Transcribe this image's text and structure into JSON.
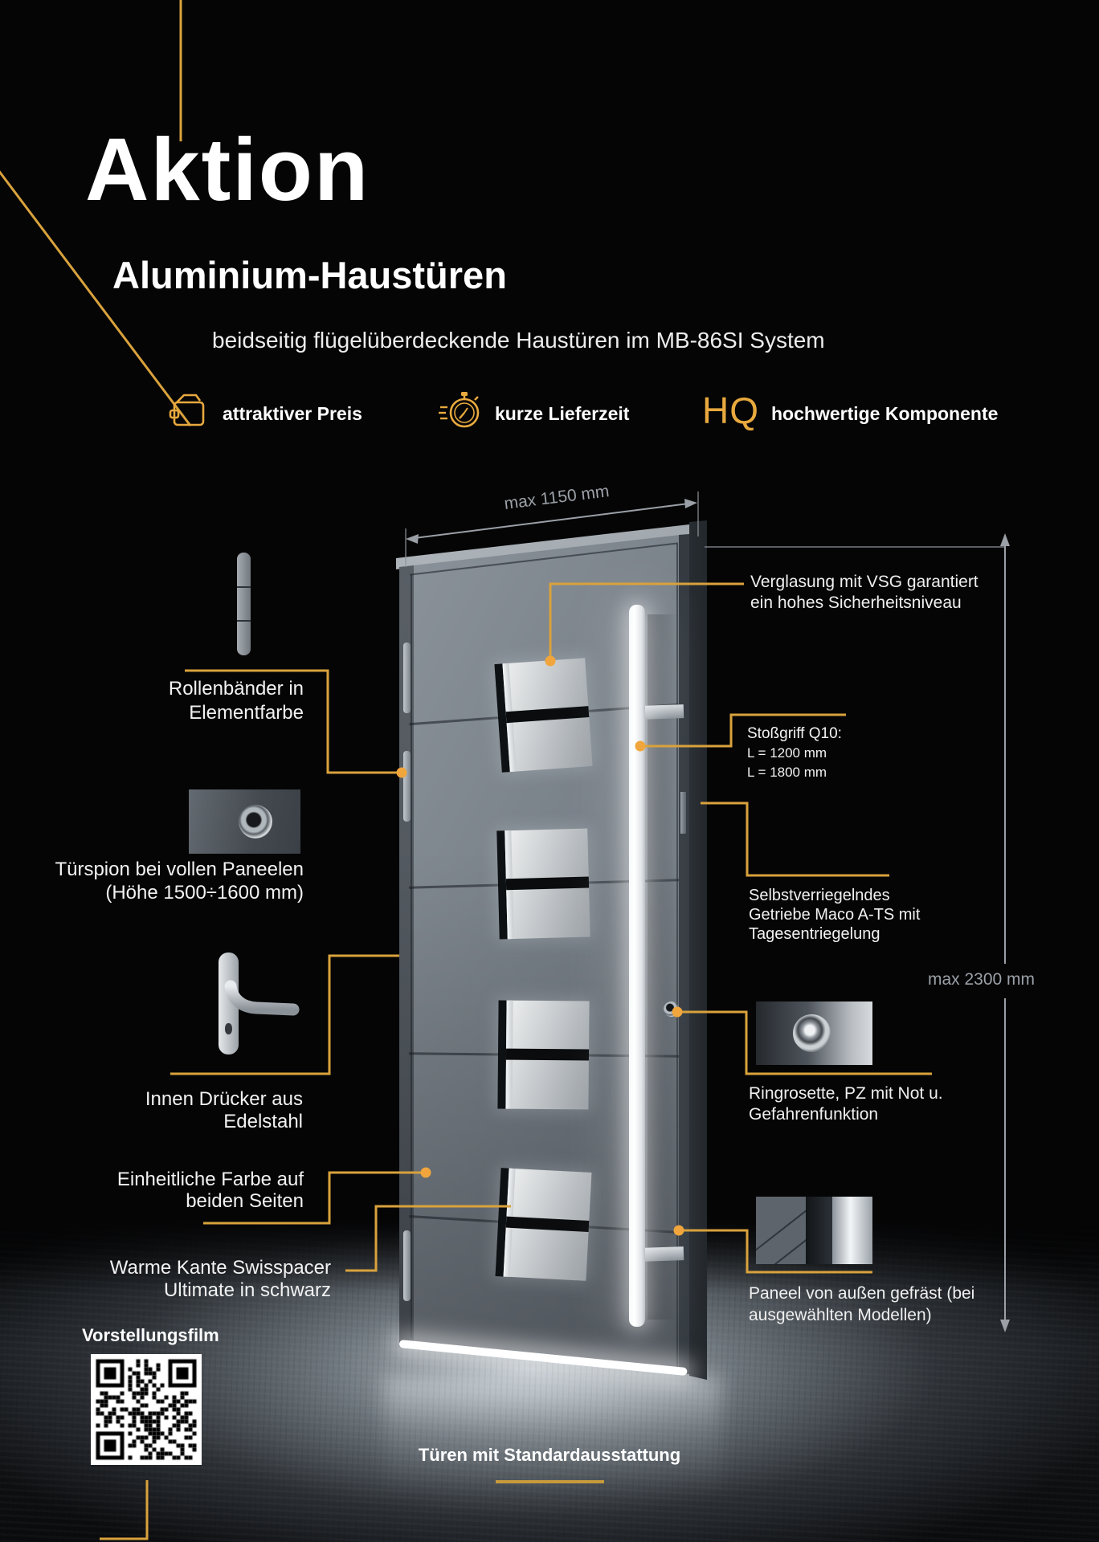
{
  "poster": {
    "title": "Aktion",
    "subtitle": "Aluminium-Haustüren",
    "tagline": "beidseitig flügelüberdeckende Haustüren im MB-86SI System",
    "qr_label": "Vorstellungsfilm",
    "footer_caption": "Türen mit Standardausstattung"
  },
  "features": [
    {
      "icon": "wallet-icon",
      "label": "attraktiver Preis"
    },
    {
      "icon": "stopwatch-icon",
      "label": "kurze Lieferzeit"
    },
    {
      "icon": "hq-monogram",
      "monogram": "HQ",
      "label": "hochwertige Komponente"
    }
  ],
  "dimensions": {
    "width": "max 1150 mm",
    "height": "max 2300 mm"
  },
  "callouts": {
    "rollenbaender": {
      "lines": [
        "Rollenbänder in",
        "Elementfarbe"
      ]
    },
    "tuerspion": {
      "lines": [
        "Türspion bei vollen Paneelen",
        "(Höhe 1500÷1600 mm)"
      ]
    },
    "druecker": {
      "lines": [
        "Innen Drücker aus",
        "Edelstahl"
      ]
    },
    "farbe": {
      "lines": [
        "Einheitliche Farbe auf",
        "beiden Seiten"
      ]
    },
    "warme_kante": {
      "lines": [
        "Warme Kante Swisspacer",
        "Ultimate in schwarz"
      ]
    },
    "verglasung": {
      "lines": [
        "Verglasung mit VSG garantiert",
        "ein hohes Sicherheitsniveau"
      ]
    },
    "stossgriff": {
      "title": "Stoßgriff Q10:",
      "lines": [
        "L = 1200 mm",
        "L = 1800 mm"
      ]
    },
    "getriebe": {
      "lines": [
        "Selbstverriegelndes",
        "Getriebe Maco A-TS mit",
        "Tagesentriegelung"
      ]
    },
    "ringrosette": {
      "lines": [
        "Ringrosette, PZ mit Not u.",
        "Gefahrenfunktion"
      ]
    },
    "paneel": {
      "lines": [
        "Paneel von außen gefräst (bei",
        "ausgewählten Modellen)"
      ]
    }
  },
  "colors": {
    "gold": "#D9A23C",
    "gold_dot": "#F0A63C",
    "text": "#F2F2F2",
    "dim_line": "#9BA1A7",
    "background": "#050506"
  }
}
